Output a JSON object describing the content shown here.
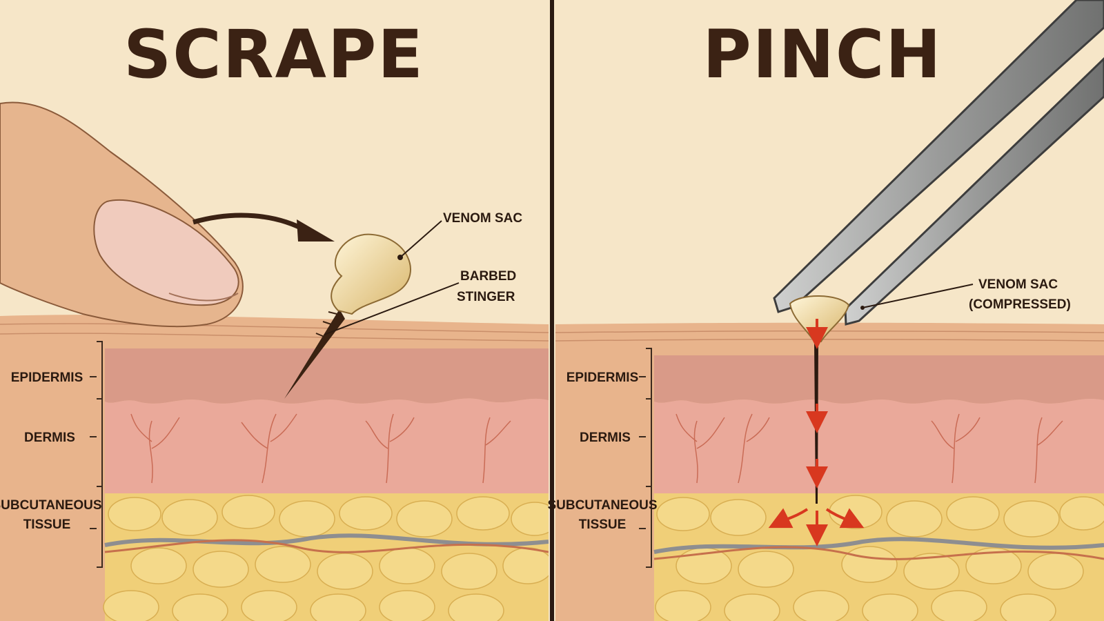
{
  "panels": [
    {
      "title": "SCRAPE",
      "layers": {
        "epidermis": "EPIDERMIS",
        "dermis": "DERMIS",
        "subcutaneous_line1": "SUBCUTANEOUS",
        "subcutaneous_line2": "TISSUE"
      },
      "callouts": {
        "sac": "VENOM SAC",
        "stinger_line1": "BARBED",
        "stinger_line2": "STINGER"
      }
    },
    {
      "title": "PINCH",
      "layers": {
        "epidermis": "EPIDERMIS",
        "dermis": "DERMIS",
        "subcutaneous_line1": "SUBCUTANEOUS",
        "subcutaneous_line2": "TISSUE"
      },
      "callouts": {
        "sac_line1": "VENOM SAC",
        "sac_line2": "(COMPRESSED)"
      }
    }
  ],
  "colors": {
    "background": "#f6e6c8",
    "skin_surface": "#e8b48c",
    "epidermis": "#d99a88",
    "dermis": "#eaa99a",
    "fat": "#f0cf78",
    "venom_arrow": "#d8381f",
    "divider": "#2a1a12"
  }
}
